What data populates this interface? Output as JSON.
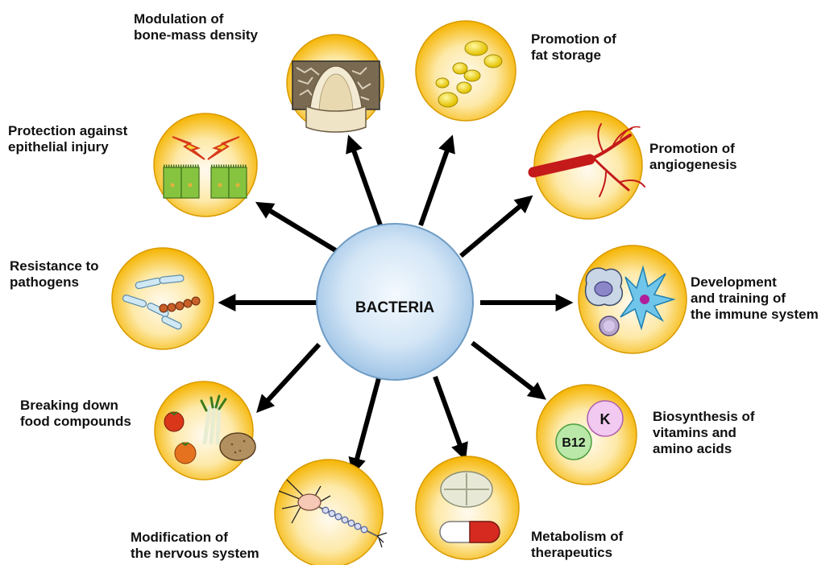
{
  "center": {
    "label": "BACTERIA"
  },
  "colors": {
    "node_outer": "#f5b400",
    "node_inner": "#fff7d6",
    "center_outer": "#a9cbe8",
    "center_inner": "#eef6fd",
    "arrow": "#000000"
  },
  "nodes": [
    {
      "id": "bone",
      "label": "Modulation of\nbone-mass density",
      "icon": "bone-cross-section-icon"
    },
    {
      "id": "fat",
      "label": "Promotion of\nfat storage",
      "icon": "fat-droplets-icon"
    },
    {
      "id": "angio",
      "label": "Promotion of\nangiogenesis",
      "icon": "blood-vessel-icon"
    },
    {
      "id": "immune",
      "label": "Development\nand training of\nthe immune system",
      "icon": "immune-cells-icon"
    },
    {
      "id": "vitamins",
      "label": "Biosynthesis of\nvitamins and\namino acids",
      "icon": "vitamin-bubbles-icon",
      "badges": [
        "K",
        "B12"
      ]
    },
    {
      "id": "therapeutics",
      "label": "Metabolism of\ntherapeutics",
      "icon": "pill-capsule-icon"
    },
    {
      "id": "nervous",
      "label": "Modification of\nthe nervous system",
      "icon": "neuron-icon"
    },
    {
      "id": "food",
      "label": "Breaking down\nfood compounds",
      "icon": "food-items-icon"
    },
    {
      "id": "pathogens",
      "label": "Resistance to\npathogens",
      "icon": "pathogen-bacteria-icon"
    },
    {
      "id": "epithelial",
      "label": "Protection against\nepithelial injury",
      "icon": "epithelium-lightning-icon"
    }
  ]
}
